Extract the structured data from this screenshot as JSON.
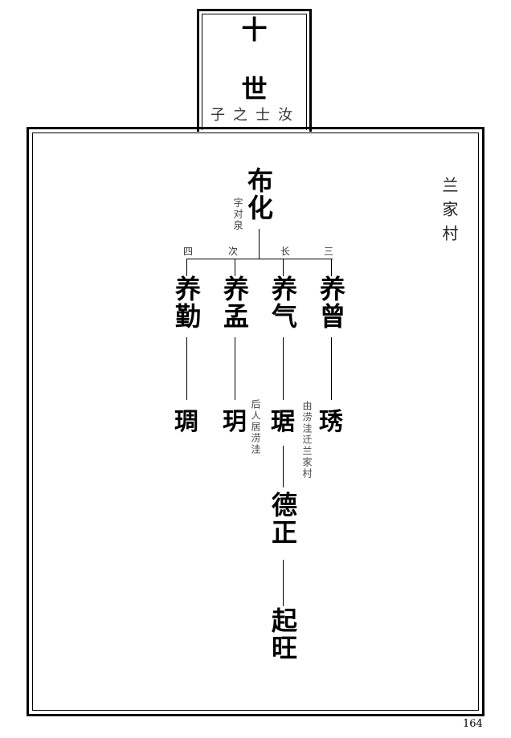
{
  "generation": {
    "number": "十",
    "label": "世",
    "subtitle": "子之士汝"
  },
  "village": "兰家村",
  "root": {
    "name": "布化",
    "note": "字对泉"
  },
  "children": [
    {
      "order": "四",
      "name": "养勤",
      "child": "琱"
    },
    {
      "order": "次",
      "name": "养孟",
      "child": "玥",
      "child_note": "后人居涝洼"
    },
    {
      "order": "长",
      "name": "养气",
      "child": "琚",
      "child_note": "由涝洼迁兰家村",
      "descendants": [
        "德正",
        "起旺"
      ]
    },
    {
      "order": "三",
      "name": "养曾",
      "child": "琇"
    }
  ],
  "page_number": "164"
}
